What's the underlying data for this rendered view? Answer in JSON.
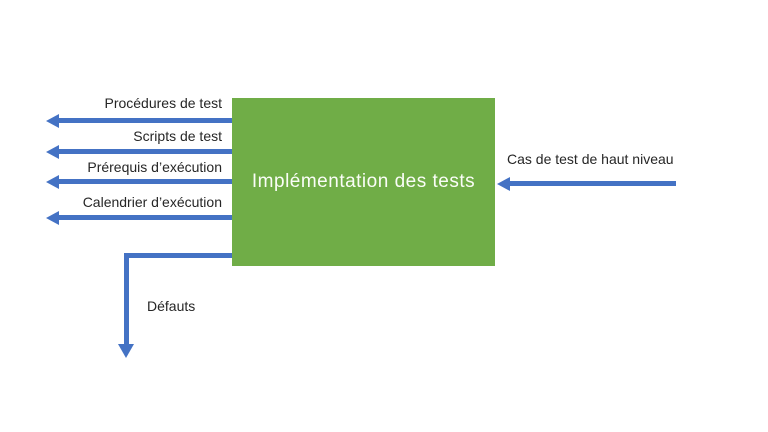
{
  "diagram": {
    "process": {
      "label": "Implémentation des tests"
    },
    "inputs": [
      {
        "label": "Cas de test de haut niveau"
      }
    ],
    "outputs": [
      {
        "label": "Procédures de test"
      },
      {
        "label": "Scripts de test"
      },
      {
        "label": "Prérequis d’exécution"
      },
      {
        "label": "Calendrier d’exécution"
      },
      {
        "label": "Défauts"
      }
    ],
    "colors": {
      "box": "#70AD47",
      "arrow": "#4472C4",
      "box_text": "#FAFDF7",
      "label_text": "#262626",
      "background": "#FFFFFF"
    }
  }
}
